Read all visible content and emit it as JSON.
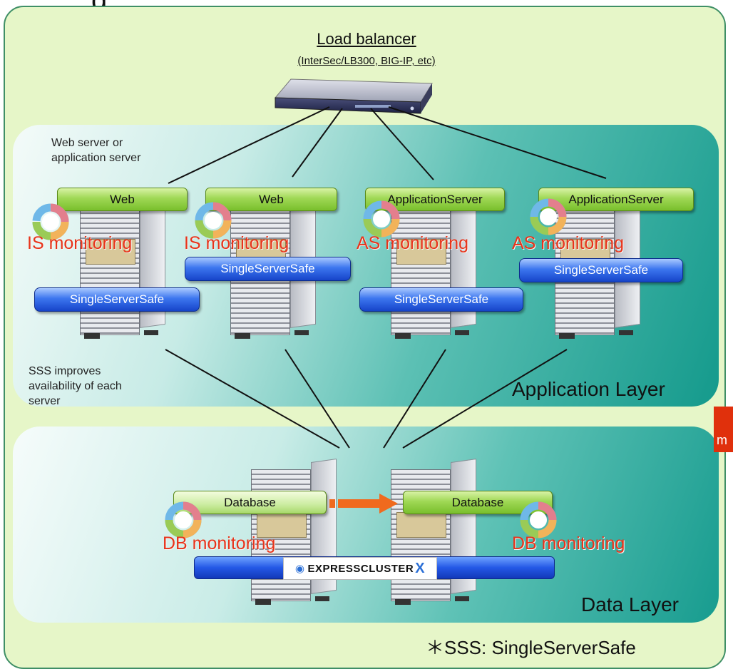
{
  "load_balancer": {
    "title": "Load balancer",
    "subtitle": "(InterSec/LB300, BIG-IP, etc)"
  },
  "notes": {
    "web_or_app_server": [
      "Web server or",
      "application server"
    ],
    "sss_improves": [
      "SSS improves",
      "availability of each",
      "server"
    ]
  },
  "application_layer": {
    "label": "Application Layer",
    "servers": [
      {
        "role": "Web",
        "monitoring": "IS monitoring",
        "product": "SingleServerSafe"
      },
      {
        "role": "Web",
        "monitoring": "IS monitoring",
        "product": "SingleServerSafe"
      },
      {
        "role": "ApplicationServer",
        "monitoring": "AS monitoring",
        "product": "SingleServerSafe"
      },
      {
        "role": "ApplicationServer",
        "monitoring": "AS monitoring",
        "product": "SingleServerSafe"
      }
    ]
  },
  "data_layer": {
    "label": "Data Layer",
    "servers": [
      {
        "role": "Database",
        "monitoring": "DB monitoring"
      },
      {
        "role": "Database",
        "monitoring": "DB monitoring"
      }
    ],
    "cluster_logo": "EXPRESSCLUSTER"
  },
  "footnote": "＊SSS: SingleServerSafe",
  "edge_tab_text": "m",
  "colors": {
    "outer_fill": "#e6f6c8",
    "outer_border": "#3f8f66",
    "layer_teal": "#149a8c",
    "monitoring_red": "#e8331a",
    "role_green": "#9fd855",
    "product_blue": "#1644c9",
    "arrow_orange": "#f06a1e"
  },
  "icons": [
    "load-balancer-appliance",
    "tower-server",
    "cycle-arrows-icon",
    "expresscluster-logo"
  ]
}
